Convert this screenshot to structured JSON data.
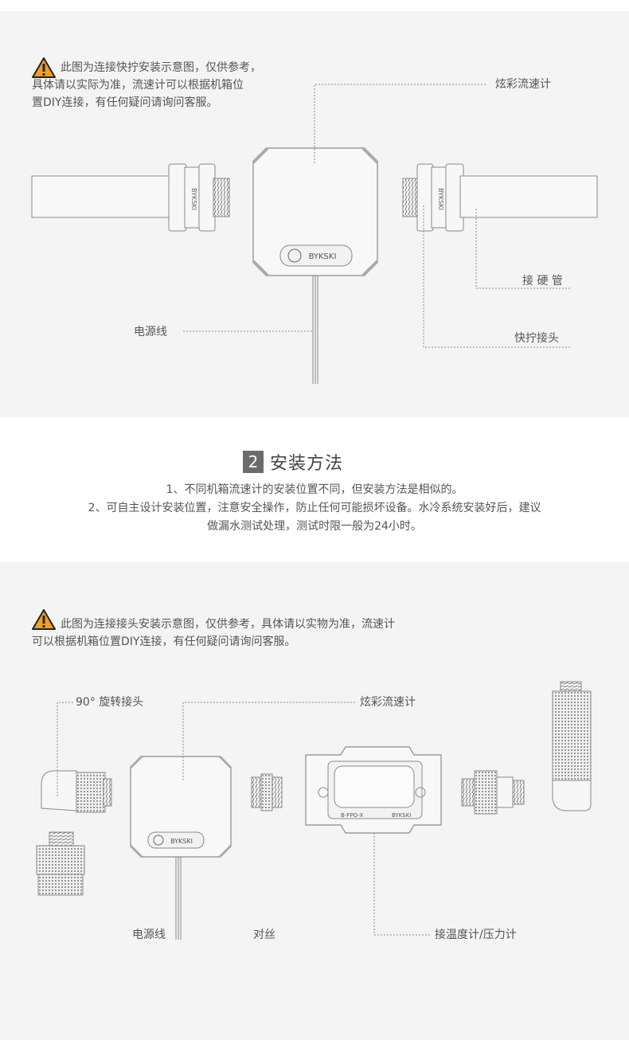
{
  "section1": {
    "notice_lines": [
      "此图为连接快拧安装示意图，仅供参考，",
      "具体请以实际为准，流速计可以根据机箱位",
      "置DIY连接，有任何疑问请询问客服。"
    ],
    "labels": {
      "flowmeter": "炫彩流速计",
      "hard_tube": "接 硬 管",
      "power_cable": "电源线",
      "quick_fitting": "快拧接头"
    },
    "brand": "BYKSKI"
  },
  "section2": {
    "number": "2",
    "title": "安装方法",
    "lines": [
      "1、不同机箱流速计的安装位置不同，但安装方法是相似的。",
      "2、可自主设计安装位置，注意安全操作，防止任何可能损坏设备。水冷系统安装好后，建议",
      "做漏水测试处理，测试时限一般为24小时。"
    ]
  },
  "section3": {
    "notice_lines": [
      "此图为连接接头安装示意图，仅供参考，具体请以实物为准，流速计",
      "可以根据机箱位置DIY连接，有任何疑问请询问客服。"
    ],
    "labels": {
      "rotary_fitting": "90° 旋转接头",
      "flowmeter": "炫彩流速计",
      "power_cable": "电源线",
      "double_thread": "对丝",
      "thermometer": "接温度计/压力计"
    },
    "brand": "BYKSKI",
    "model": "B-FPO-X"
  },
  "colors": {
    "panel_bg": "#f4f4f4",
    "line": "#8a8a8a",
    "warning_fill": "#f0a020",
    "badge_bg": "#6b6b6b"
  }
}
